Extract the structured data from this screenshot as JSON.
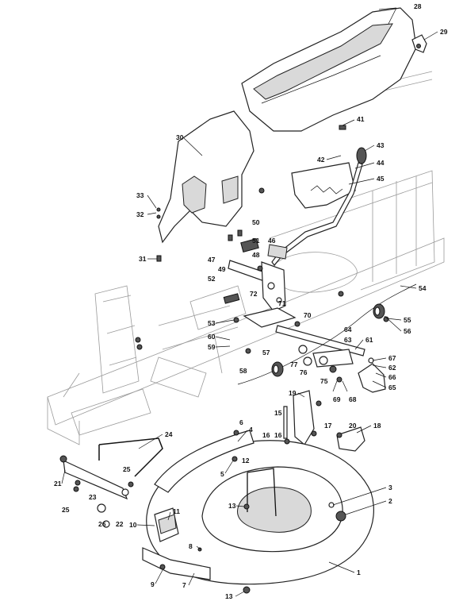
{
  "callouts": [
    "1",
    "2",
    "3",
    "4",
    "5",
    "6",
    "7",
    "8",
    "9",
    "10",
    "11",
    "12",
    "13",
    "13b",
    "15",
    "16",
    "16b",
    "17",
    "18",
    "19",
    "20",
    "21",
    "22",
    "23",
    "24",
    "25",
    "25b",
    "26",
    "28",
    "29",
    "30",
    "31",
    "32",
    "33",
    "41",
    "42",
    "43",
    "44",
    "45",
    "46",
    "47",
    "48",
    "49",
    "50",
    "51",
    "52",
    "53",
    "54",
    "55",
    "56",
    "57",
    "58",
    "59",
    "60",
    "61",
    "62",
    "63",
    "64",
    "65",
    "66",
    "67",
    "68",
    "69",
    "70",
    "71",
    "72",
    "75",
    "76",
    "77"
  ],
  "labels": {
    "c1": "1",
    "c2": "2",
    "c3": "3",
    "c4": "4",
    "c5": "5",
    "c6": "6",
    "c7": "7",
    "c8": "8",
    "c9": "9",
    "c10": "10",
    "c11": "11",
    "c12": "12",
    "c13": "13",
    "c13b": "13",
    "c15": "15",
    "c16": "16",
    "c16b": "16",
    "c17": "17",
    "c18": "18",
    "c19": "19",
    "c20": "20",
    "c21": "21",
    "c22": "22",
    "c23": "23",
    "c24": "24",
    "c25": "25",
    "c25b": "25",
    "c26": "26",
    "c28": "28",
    "c29": "29",
    "c30": "30",
    "c31": "31",
    "c32": "32",
    "c33": "33",
    "c41": "41",
    "c42": "42",
    "c43": "43",
    "c44": "44",
    "c45": "45",
    "c46": "46",
    "c47": "47",
    "c48": "48",
    "c49": "49",
    "c50": "50",
    "c51": "51",
    "c52": "52",
    "c53": "53",
    "c54": "54",
    "c55": "55",
    "c56": "56",
    "c57": "57",
    "c58": "58",
    "c59": "59",
    "c60": "60",
    "c61": "61",
    "c62": "62",
    "c63": "63",
    "c64": "64",
    "c65": "65",
    "c66": "66",
    "c67": "67",
    "c68": "68",
    "c69": "69",
    "c70": "70",
    "c71": "71",
    "c72": "72",
    "c75": "75",
    "c76": "76",
    "c77": "77"
  }
}
